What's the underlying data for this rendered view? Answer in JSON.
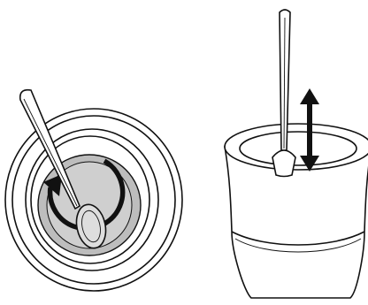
{
  "illustration": {
    "panels": [
      {
        "view": "top",
        "motion": "circular-stir",
        "items": [
          "cup",
          "spoon",
          "liquid",
          "circular-arrow-icon"
        ]
      },
      {
        "view": "side",
        "motion": "up-down",
        "items": [
          "cup",
          "spoon",
          "vertical-double-arrow-icon"
        ]
      }
    ],
    "colors": {
      "line": "#111111",
      "liquid": "#bdbdbd",
      "background": "#ffffff"
    }
  }
}
